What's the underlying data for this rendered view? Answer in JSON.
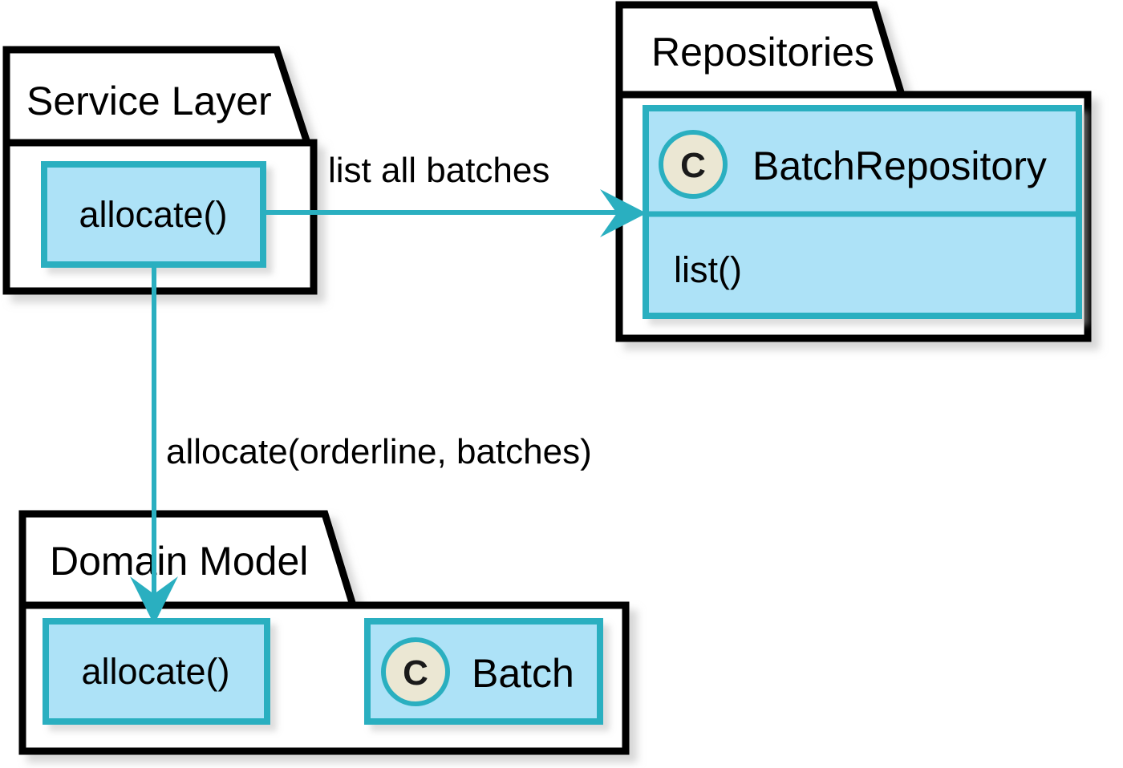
{
  "diagram": {
    "title": "Service Layer / Repositories / Domain Model interaction",
    "colors": {
      "box_fill": "#ade2f7",
      "box_border": "#2aafc0",
      "package_border": "#000000",
      "arrow": "#2aafc0",
      "class_icon_fill": "#ebe7d3",
      "class_icon_border": "#2aafc0",
      "background": "#ffffff",
      "shadow": "#b8b8b8"
    },
    "packages": [
      {
        "id": "service-layer",
        "name": "Service Layer",
        "boxes": [
          {
            "id": "service-allocate",
            "label": "allocate()",
            "kind": "method"
          }
        ]
      },
      {
        "id": "repositories",
        "name": "Repositories",
        "boxes": [
          {
            "id": "batch-repository",
            "label": "BatchRepository",
            "kind": "class",
            "icon": "class-c-icon",
            "icon_letter": "C",
            "methods": [
              "list()"
            ]
          }
        ]
      },
      {
        "id": "domain-model",
        "name": "Domain Model",
        "boxes": [
          {
            "id": "domain-allocate",
            "label": "allocate()",
            "kind": "method"
          },
          {
            "id": "batch",
            "label": "Batch",
            "kind": "class",
            "icon": "class-c-icon",
            "icon_letter": "C"
          }
        ]
      }
    ],
    "edges": [
      {
        "id": "edge-list-all-batches",
        "label": "list all batches",
        "from": "service-allocate",
        "to": "batch-repository",
        "direction": "horizontal"
      },
      {
        "id": "edge-allocate-call",
        "label": "allocate(orderline, batches)",
        "from": "service-allocate",
        "to": "domain-allocate",
        "direction": "vertical"
      }
    ]
  }
}
